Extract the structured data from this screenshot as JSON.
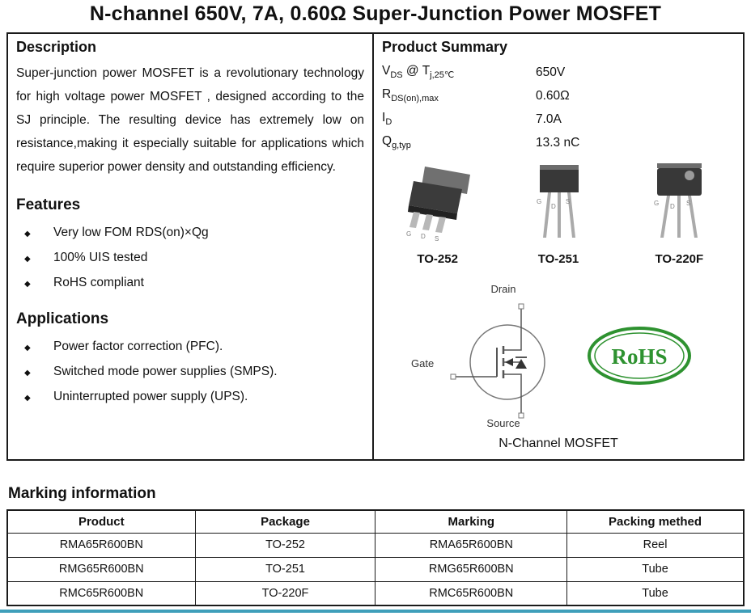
{
  "title": "N-channel 650V, 7A, 0.60Ω Super-Junction Power MOSFET",
  "description": {
    "heading": "Description",
    "body": "Super-junction power MOSFET is a revolutionary technology for high voltage power MOSFET , designed according to the SJ principle. The resulting device has extremely low on resistance,making it especially suitable for applications which require superior power density and outstanding efficiency."
  },
  "features": {
    "heading": "Features",
    "items": [
      "Very low FOM RDS(on)×Qg",
      "100% UIS tested",
      "RoHS compliant"
    ]
  },
  "applications": {
    "heading": "Applications",
    "items": [
      "Power factor correction (PFC).",
      "Switched mode power supplies (SMPS).",
      "Uninterrupted power supply (UPS)."
    ]
  },
  "product_summary": {
    "heading": "Product Summary",
    "parameters": [
      {
        "base": "V",
        "sub": "DS",
        "mid": " @ T",
        "sub2": "j,25℃",
        "value": "650V"
      },
      {
        "base": "R",
        "sub": "DS(on),max",
        "mid": "",
        "sub2": "",
        "value": "0.60Ω"
      },
      {
        "base": "I",
        "sub": "D",
        "mid": "",
        "sub2": "",
        "value": "7.0A"
      },
      {
        "base": "Q",
        "sub": "g,typ",
        "mid": "",
        "sub2": "",
        "value": "13.3 nC"
      }
    ],
    "packages": [
      {
        "name": "TO-252"
      },
      {
        "name": "TO-251"
      },
      {
        "name": "TO-220F"
      }
    ],
    "pin_labels": [
      "G",
      "D",
      "S"
    ],
    "symbol": {
      "drain": "Drain",
      "gate": "Gate",
      "source": "Source",
      "caption": "N-Channel MOSFET"
    },
    "rohs_label": "RoHS"
  },
  "marking": {
    "heading": "Marking information",
    "columns": [
      "Product",
      "Package",
      "Marking",
      "Packing methed"
    ],
    "rows": [
      [
        "RMA65R600BN",
        "TO-252",
        "RMA65R600BN",
        "Reel"
      ],
      [
        "RMG65R600BN",
        "TO-251",
        "RMG65R600BN",
        "Tube"
      ],
      [
        "RMC65R600BN",
        "TO-220F",
        "RMC65R600BN",
        "Tube"
      ]
    ]
  },
  "icons": {
    "bullet": "◆"
  },
  "colors": {
    "rohs_green": "#2e9230",
    "footer_bar": "#3f9fba",
    "border": "#000000"
  }
}
